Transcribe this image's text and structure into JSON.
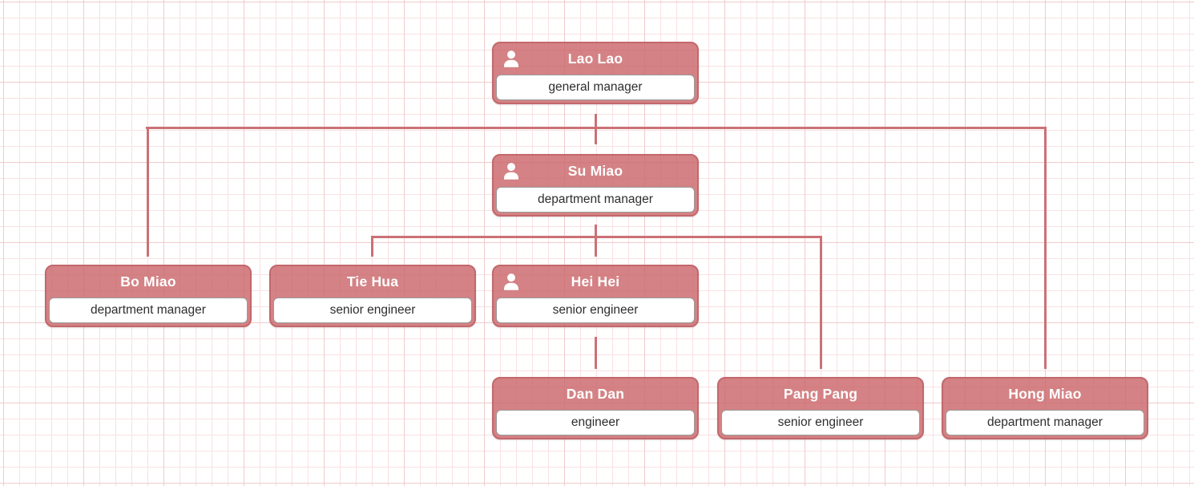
{
  "diagram": {
    "type": "org-chart",
    "nodes": [
      {
        "name": "Lao Lao",
        "title": "general manager",
        "icon": "person-icon"
      },
      {
        "name": "Su Miao",
        "title": "department manager",
        "icon": "person-icon"
      },
      {
        "name": "Bo Miao",
        "title": "department manager",
        "icon": null
      },
      {
        "name": "Tie Hua",
        "title": "senior engineer",
        "icon": null
      },
      {
        "name": "Hei Hei",
        "title": "senior engineer",
        "icon": "person-icon"
      },
      {
        "name": "Dan Dan",
        "title": "engineer",
        "icon": null
      },
      {
        "name": "Pang Pang",
        "title": "senior engineer",
        "icon": null
      },
      {
        "name": "Hong Miao",
        "title": "department manager",
        "icon": null
      }
    ],
    "edges": [
      {
        "from": "Lao Lao",
        "to": "Bo Miao"
      },
      {
        "from": "Lao Lao",
        "to": "Su Miao"
      },
      {
        "from": "Lao Lao",
        "to": "Hong Miao"
      },
      {
        "from": "Su Miao",
        "to": "Tie Hua"
      },
      {
        "from": "Su Miao",
        "to": "Hei Hei"
      },
      {
        "from": "Su Miao",
        "to": "Pang Pang"
      },
      {
        "from": "Hei Hei",
        "to": "Dan Dan"
      }
    ],
    "colors": {
      "header_fill": "rgba(203,102,106,0.82)",
      "node_border": "#c3686c",
      "connector": "#cb7175",
      "grid_minor": "#f8e2e2",
      "grid_major": "#f0cbcb",
      "header_text": "#ffffff",
      "body_text": "#2e2e2e",
      "canvas_background": "#ffffff"
    }
  }
}
